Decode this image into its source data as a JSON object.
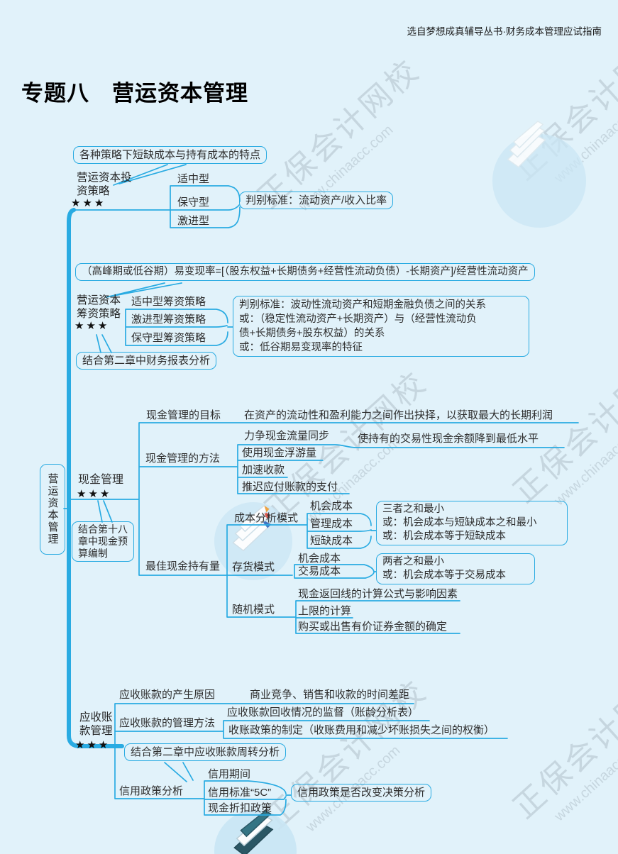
{
  "page": {
    "source_header": "选自梦想成真辅导丛书·财务成本管理应试指南",
    "title": "专题八　营运资本管理"
  },
  "watermark": {
    "brand": "正保会计网校",
    "site": "www.chinaacc.com"
  },
  "stars": "★★★",
  "root": {
    "label": "营运资本管理"
  },
  "invest": {
    "note": "各种策略下短缺成本与持有成本的特点",
    "label": "营运资本投\n资策略",
    "item1": "适中型",
    "item2": "保守型",
    "item3": "激进型",
    "criterion": "判别标准：流动资产/收入比率"
  },
  "finance": {
    "formula": "（高峰期或低谷期）易变现率=[（股东权益+长期债务+经营性流动负债）-长期资产]/经营性流动资产",
    "label": "营运资本\n筹资策略",
    "item1": "适中型筹资策略",
    "item2": "激进型筹资策略",
    "item3": "保守型筹资策略",
    "criterion": "判别标准：波动性流动资产和短期金融负债之间的关系\n或：（稳定性流动资产+长期资产）与（经营性流动负\n债+长期债务+股东权益）的关系\n或：低谷期易变现率的特征",
    "note": "结合第二章中财务报表分析"
  },
  "cash": {
    "label": "现金管理",
    "note": "结合第十八\n章中现金预\n算编制",
    "goal_label": "现金管理的目标",
    "goal_text": "在资产的流动性和盈利能力之间作出抉择，以获取最大的长期利润",
    "method_label": "现金管理的方法",
    "method1": "力争现金流量同步",
    "method1_note": "使持有的交易性现金余额降到最低水平",
    "method2": "使用现金浮游量",
    "method3": "加速收款",
    "method4": "推迟应付账款的支付",
    "best_label": "最佳现金持有量",
    "cost_model": "成本分析模式",
    "cost_item1": "机会成本",
    "cost_item2": "管理成本",
    "cost_item3": "短缺成本",
    "cost_rule": "三者之和最小\n或：机会成本与短缺成本之和最小\n或：机会成本等于短缺成本",
    "inv_model": "存货模式",
    "inv_item1": "机会成本",
    "inv_item2": "交易成本",
    "inv_rule": "两者之和最小\n或：机会成本等于交易成本",
    "rand_model": "随机模式",
    "rand_item1": "现金返回线的计算公式与影响因素",
    "rand_item2": "上限的计算",
    "rand_item3": "购买或出售有价证券金额的确定"
  },
  "receivable": {
    "label": "应收账\n款管理",
    "reason_label": "应收账款的产生原因",
    "reason_text": "商业竞争、销售和收款的时间差距",
    "method_label": "应收账款的管理方法",
    "method1": "应收账款回收情况的监督（账龄分析表）",
    "method2": "收账政策的制定（收账费用和减少坏账损失之间的权衡）",
    "note": "结合第二章中应收账款周转分析",
    "credit_label": "信用政策分析",
    "credit1": "信用期间",
    "credit2": "信用标准“5C”",
    "credit3": "现金折扣政策",
    "credit_note": "信用政策是否改变决策分析"
  }
}
